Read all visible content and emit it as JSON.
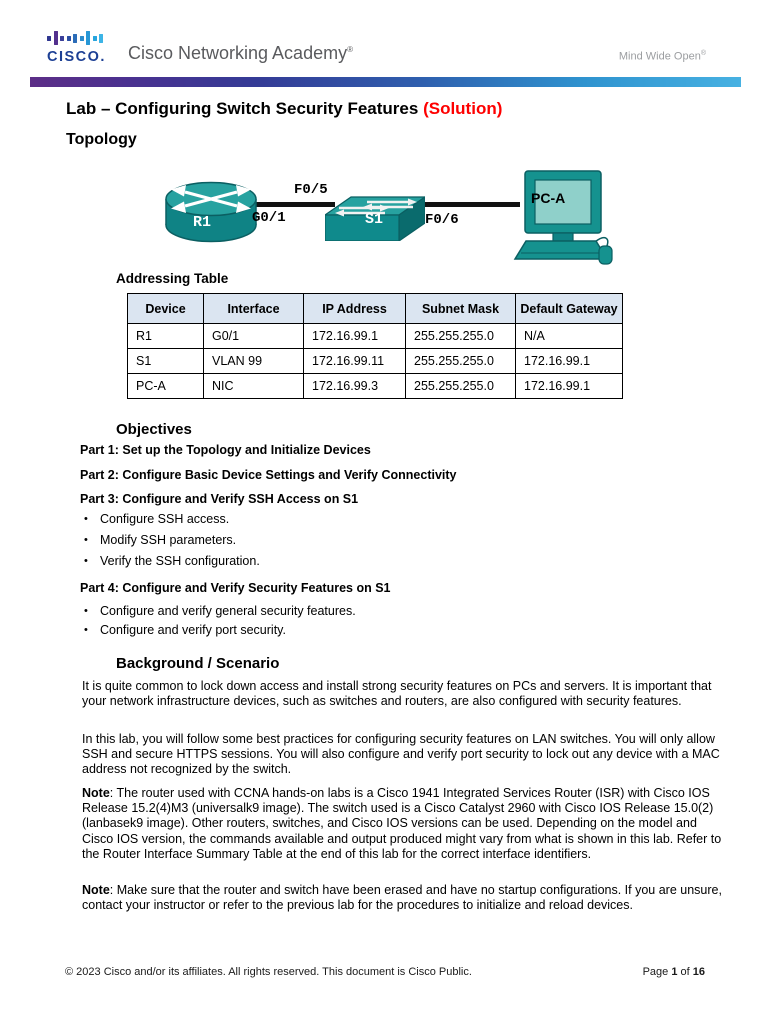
{
  "header": {
    "brand": "CISCO.",
    "academy": "Cisco Networking Academy",
    "academy_reg": "®",
    "tagline": "Mind Wide Open",
    "tagline_reg": "®"
  },
  "title": {
    "main": "Lab – Configuring Switch Security Features ",
    "solution": "(Solution)"
  },
  "topology": {
    "heading": "Topology",
    "devices": [
      {
        "type": "router",
        "label": "R1"
      },
      {
        "type": "switch",
        "label": "S1"
      },
      {
        "type": "pc",
        "label": "PC-A"
      }
    ],
    "link_labels": {
      "r1_s1_switch_end": "F0/5",
      "r1_s1_router_end": "G0/1",
      "s1_pc_switch_end": "F0/6"
    }
  },
  "addressing_table": {
    "heading": "Addressing Table",
    "columns": [
      "Device",
      "Interface",
      "IP Address",
      "Subnet Mask",
      "Default Gateway"
    ],
    "rows": [
      [
        "R1",
        "G0/1",
        "172.16.99.1",
        "255.255.255.0",
        "N/A"
      ],
      [
        "S1",
        "VLAN 99",
        "172.16.99.11",
        "255.255.255.0",
        "172.16.99.1"
      ],
      [
        "PC-A",
        "NIC",
        "172.16.99.3",
        "255.255.255.0",
        "172.16.99.1"
      ]
    ]
  },
  "objectives": {
    "heading": "Objectives",
    "bullet_glyph": "•",
    "parts": [
      {
        "label": "Part 1: Set up the Topology and Initialize Devices",
        "bullets": []
      },
      {
        "label": "Part 2: Configure Basic Device Settings and Verify Connectivity",
        "bullets": []
      },
      {
        "label": "Part 3: Configure and Verify SSH Access on S1",
        "bullets": [
          "Configure SSH access.",
          "Modify SSH parameters.",
          "Verify the SSH configuration."
        ]
      },
      {
        "label": "Part 4: Configure and Verify Security Features on S1",
        "bullets": [
          "Configure and verify general security features.",
          "Configure and verify port security."
        ]
      }
    ]
  },
  "background": {
    "heading": "Background / Scenario",
    "paragraphs": [
      "It is quite common to lock down access and install strong security features on PCs and servers. It is important that your network infrastructure devices, such as switches and routers, are also configured with security features.",
      "In this lab, you will follow some best practices for configuring security features on LAN switches. You will only allow SSH and secure HTTPS sessions. You will also configure and verify port security to lock out any device with a MAC address not recognized by the switch."
    ],
    "notes": [
      {
        "label": "Note",
        "text": ": The router used with CCNA hands-on labs is a Cisco 1941 Integrated Services Router (ISR) with Cisco IOS Release 15.2(4)M3 (universalk9 image). The switch used is a Cisco Catalyst 2960 with Cisco IOS Release 15.0(2) (lanbasek9 image). Other routers, switches, and Cisco IOS versions can be used. Depending on the model and Cisco IOS version, the commands available and output produced might vary from what is shown in this lab. Refer to the Router Interface Summary Table at the end of this lab for the correct interface identifiers."
      },
      {
        "label": "Note",
        "text": ": Make sure that the router and switch have been erased and have no startup configurations. If you are unsure, contact your instructor or refer to the previous lab for the procedures to initialize and reload devices."
      }
    ]
  },
  "footer": {
    "copyright": "© 2023 Cisco and/or its affiliates. All rights reserved. This document is Cisco Public.",
    "page_label": "Page ",
    "page_current": "1",
    "page_of": " of ",
    "page_total": "16"
  },
  "colors": {
    "solution_red": "#FE0000",
    "cisco_blue": "#1C3F94",
    "table_header_bg": "#DBE5F1",
    "device_teal_front": "#108A8B",
    "device_teal_top": "#27A2A0",
    "device_teal_dark": "#0B5F62",
    "pc_screen_teal": "#8FD0CA",
    "gradient_bar": [
      "#5C2E87",
      "#343B96",
      "#47B1E2"
    ]
  }
}
